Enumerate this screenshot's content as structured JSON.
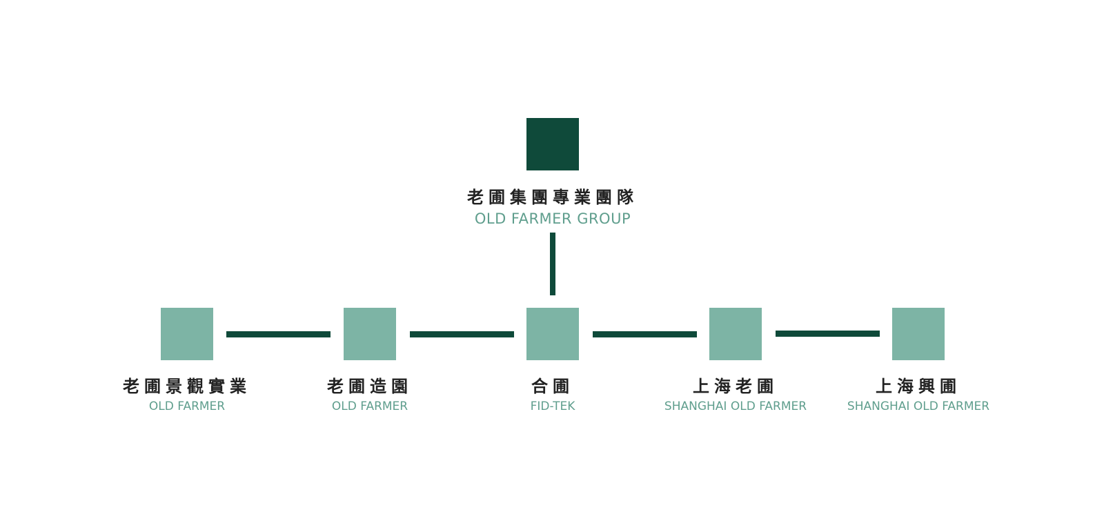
{
  "colors": {
    "root_box": "#0f4a3a",
    "child_box": "#7db4a5",
    "connector": "#0f4a3a",
    "english_text": "#5f9e8d",
    "chinese_text": "#222222"
  },
  "root": {
    "zh": "老圃集團專業團隊",
    "en": "OLD FARMER GROUP"
  },
  "children": [
    {
      "zh": "老圃景觀實業",
      "en": "OLD FARMER"
    },
    {
      "zh": "老圃造園",
      "en": "OLD FARMER"
    },
    {
      "zh": "合圃",
      "en": "FID-TEK"
    },
    {
      "zh": "上海老圃",
      "en": "SHANGHAI OLD FARMER"
    },
    {
      "zh": "上海興圃",
      "en": "SHANGHAI OLD FARMER"
    }
  ]
}
